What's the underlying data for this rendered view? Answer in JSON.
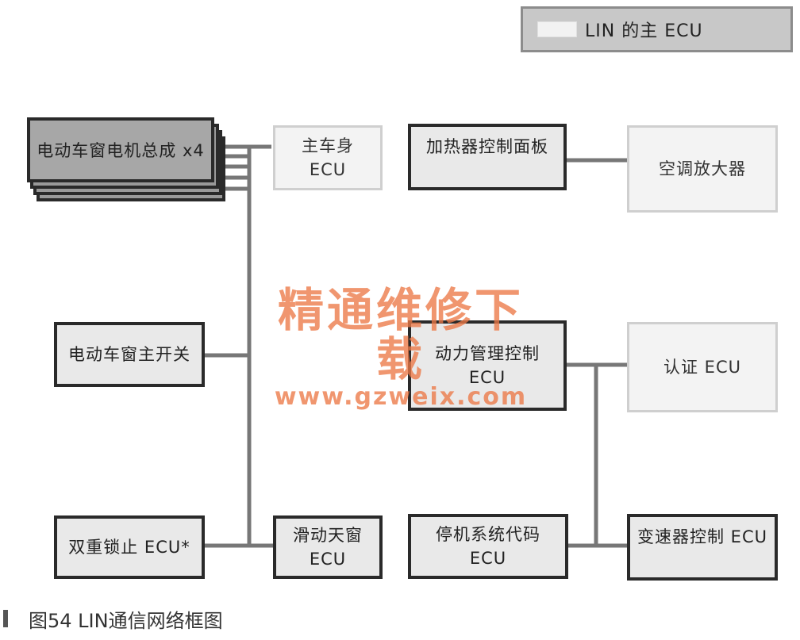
{
  "legend": {
    "label": "LIN 的主 ECU"
  },
  "nodes": {
    "power_window_motor": "电动车窗电机总成  x4",
    "main_body_ecu": [
      "主车身",
      "ECU"
    ],
    "heater_control_panel": "加热器控制面板",
    "ac_amplifier": "空调放大器",
    "power_window_master_switch": "电动车窗主开关",
    "power_management_ecu": [
      "动力管理控制",
      "ECU"
    ],
    "certification_ecu": "认证 ECU",
    "double_lock_ecu": "双重锁止  ECU*",
    "sliding_sunroof_ecu": [
      "滑动天窗",
      "ECU"
    ],
    "immobiliser_code_ecu": [
      "停机系统代码",
      "ECU"
    ],
    "transmission_control_ecu": "变速器控制  ECU"
  },
  "watermark": {
    "line1": "精通维修下载",
    "line2": "www.gzweix.com"
  },
  "caption": "图54  LIN通信网络框图",
  "colors": {
    "wire": "#777777",
    "dark_border": "#2a2a2a",
    "light_border": "#cfcfcf",
    "watermark": "#ec7846"
  }
}
